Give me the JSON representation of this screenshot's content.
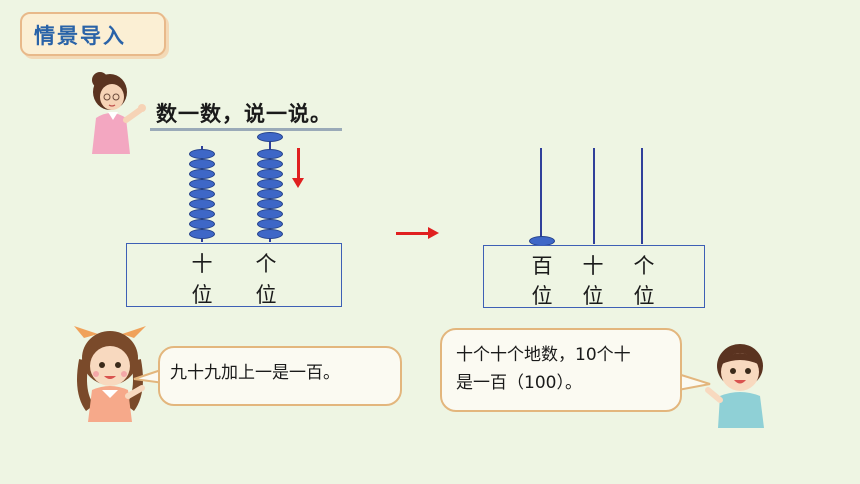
{
  "header": {
    "title": "情景导入"
  },
  "prompt": "数一数，说一说。",
  "abacus_before": {
    "columns": [
      {
        "top": "十",
        "bottom": "位",
        "beads": 9
      },
      {
        "top": "个",
        "bottom": "位",
        "beads": 10
      }
    ]
  },
  "abacus_after": {
    "columns": [
      {
        "top": "百",
        "bottom": "位",
        "beads": 1
      },
      {
        "top": "十",
        "bottom": "位",
        "beads": 0
      },
      {
        "top": "个",
        "bottom": "位",
        "beads": 0
      }
    ]
  },
  "dialog": {
    "girl_line": "九十九加上一是一百。",
    "boy_line_1": "十个十个地数，10个十",
    "boy_line_2": "是一百（100）。"
  },
  "colors": {
    "arrow": "#e02020",
    "bead": "#3e67c7",
    "frame": "#3d5fb5"
  }
}
